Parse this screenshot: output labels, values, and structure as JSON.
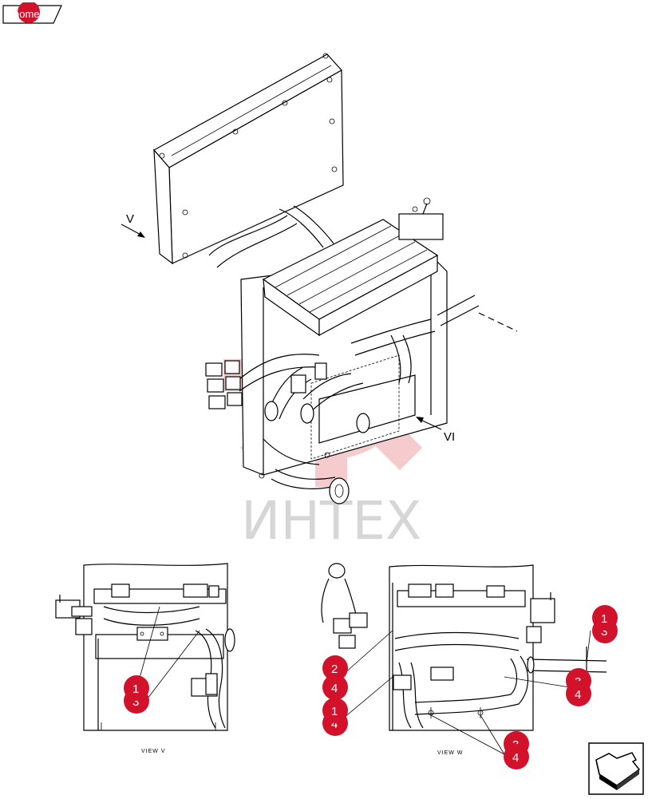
{
  "nav": {
    "home_label": "home",
    "next_icon": "next-page-arrow-icon"
  },
  "watermark": {
    "text": "ИНТЕХ",
    "color": "#d6d6d6",
    "gear_color": "#f5c6c8"
  },
  "view_labels": {
    "main_v": "V",
    "main_vi": "VI",
    "caption_v": "VIEW V",
    "caption_vi": "VIEW W"
  },
  "callout_color": "#d2112a",
  "callouts_view_v": [
    {
      "id": "v-1",
      "label": "1"
    },
    {
      "id": "v-3",
      "label": "3"
    }
  ],
  "callouts_view_vi": [
    {
      "id": "w-1a",
      "label": "1"
    },
    {
      "id": "w-3a",
      "label": "3"
    },
    {
      "id": "w-2",
      "label": "2"
    },
    {
      "id": "w-4a",
      "label": "4"
    },
    {
      "id": "w-1b",
      "label": "1"
    },
    {
      "id": "w-4b",
      "label": "4"
    },
    {
      "id": "w-3b",
      "label": "3"
    },
    {
      "id": "w-4c",
      "label": "4"
    },
    {
      "id": "w-3c",
      "label": "3"
    },
    {
      "id": "w-4d",
      "label": "4"
    }
  ]
}
